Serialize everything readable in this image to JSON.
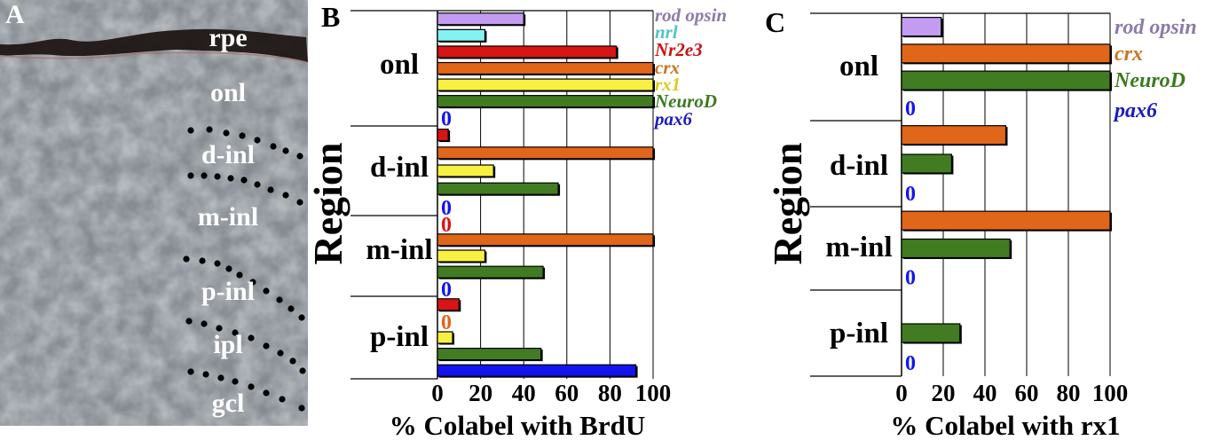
{
  "panel_a": {
    "letter": "A",
    "layers": [
      "rpe",
      "onl",
      "d-inl",
      "m-inl",
      "p-inl",
      "ipl",
      "gcl"
    ]
  },
  "chart_data": [
    {
      "panel": "B",
      "type": "bar",
      "orientation": "horizontal",
      "xlabel": "% Colabel with BrdU",
      "ylabel": "Region",
      "xlim": [
        0,
        100
      ],
      "xticks": [
        "0",
        "20",
        "40",
        "60",
        "80",
        "100"
      ],
      "grid": true,
      "legend_position": "right",
      "series": [
        {
          "name": "rod opsin",
          "color": "#c39cf2",
          "label_color": "#8c7aa8"
        },
        {
          "name": "nrl",
          "color": "#84f2f2",
          "label_color": "#52c4c4"
        },
        {
          "name": "Nr2e3",
          "color": "#d81414",
          "label_color": "#cc1010"
        },
        {
          "name": "crx",
          "color": "#e0661a",
          "label_color": "#c8761e"
        },
        {
          "name": "rx1",
          "color": "#f8f040",
          "label_color": "#d8cc1c"
        },
        {
          "name": "NeuroD",
          "color": "#417c22",
          "label_color": "#3c7a1e"
        },
        {
          "name": "pax6",
          "color": "#1414ee",
          "label_color": "#1a1ac0"
        }
      ],
      "regions": [
        {
          "label": "onl",
          "bars": [
            {
              "s": "rod opsin",
              "v": 40
            },
            {
              "s": "nrl",
              "v": 22
            },
            {
              "s": "Nr2e3",
              "v": 83
            },
            {
              "s": "crx",
              "v": 100
            },
            {
              "s": "rx1",
              "v": 100
            },
            {
              "s": "NeuroD",
              "v": 100
            },
            {
              "s": "pax6",
              "v": 0
            }
          ]
        },
        {
          "label": "d-inl",
          "bars": [
            {
              "s": "Nr2e3",
              "v": 5
            },
            {
              "s": "crx",
              "v": 100
            },
            {
              "s": "rx1",
              "v": 26
            },
            {
              "s": "NeuroD",
              "v": 56
            },
            {
              "s": "pax6",
              "v": 0
            }
          ]
        },
        {
          "label": "m-inl",
          "bars": [
            {
              "s": "Nr2e3",
              "v": 0
            },
            {
              "s": "crx",
              "v": 100
            },
            {
              "s": "rx1",
              "v": 22
            },
            {
              "s": "NeuroD",
              "v": 49
            },
            {
              "s": "pax6",
              "v": 0
            }
          ]
        },
        {
          "label": "p-inl",
          "bars": [
            {
              "s": "Nr2e3",
              "v": 10
            },
            {
              "s": "crx",
              "v": 0
            },
            {
              "s": "rx1",
              "v": 7
            },
            {
              "s": "NeuroD",
              "v": 48
            },
            {
              "s": "pax6",
              "v": 92
            }
          ]
        }
      ]
    },
    {
      "panel": "C",
      "type": "bar",
      "orientation": "horizontal",
      "xlabel": "% Colabel with rx1",
      "ylabel": "Region",
      "xlim": [
        0,
        100
      ],
      "xticks": [
        "0",
        "20",
        "40",
        "60",
        "80",
        "100"
      ],
      "grid": true,
      "legend_position": "right",
      "series": [
        {
          "name": "rod opsin",
          "color": "#c39cf2",
          "label_color": "#8c7aa8"
        },
        {
          "name": "crx",
          "color": "#e0661a",
          "label_color": "#c8761e"
        },
        {
          "name": "NeuroD",
          "color": "#417c22",
          "label_color": "#3c7a1e"
        },
        {
          "name": "pax6",
          "color": "#1414ee",
          "label_color": "#1a1ac0"
        }
      ],
      "regions": [
        {
          "label": "onl",
          "bars": [
            {
              "s": "rod opsin",
              "v": 19
            },
            {
              "s": "crx",
              "v": 100
            },
            {
              "s": "NeuroD",
              "v": 100
            },
            {
              "s": "pax6",
              "v": 0
            }
          ]
        },
        {
          "label": "d-inl",
          "bars": [
            {
              "s": "crx",
              "v": 50
            },
            {
              "s": "NeuroD",
              "v": 24
            },
            {
              "s": "pax6",
              "v": 0
            }
          ]
        },
        {
          "label": "m-inl",
          "bars": [
            {
              "s": "crx",
              "v": 100
            },
            {
              "s": "NeuroD",
              "v": 52
            },
            {
              "s": "pax6",
              "v": 0
            }
          ]
        },
        {
          "label": "p-inl",
          "bars": [
            {
              "s": "crx",
              "v": null
            },
            {
              "s": "NeuroD",
              "v": 28
            },
            {
              "s": "pax6",
              "v": 0
            }
          ]
        }
      ]
    }
  ]
}
